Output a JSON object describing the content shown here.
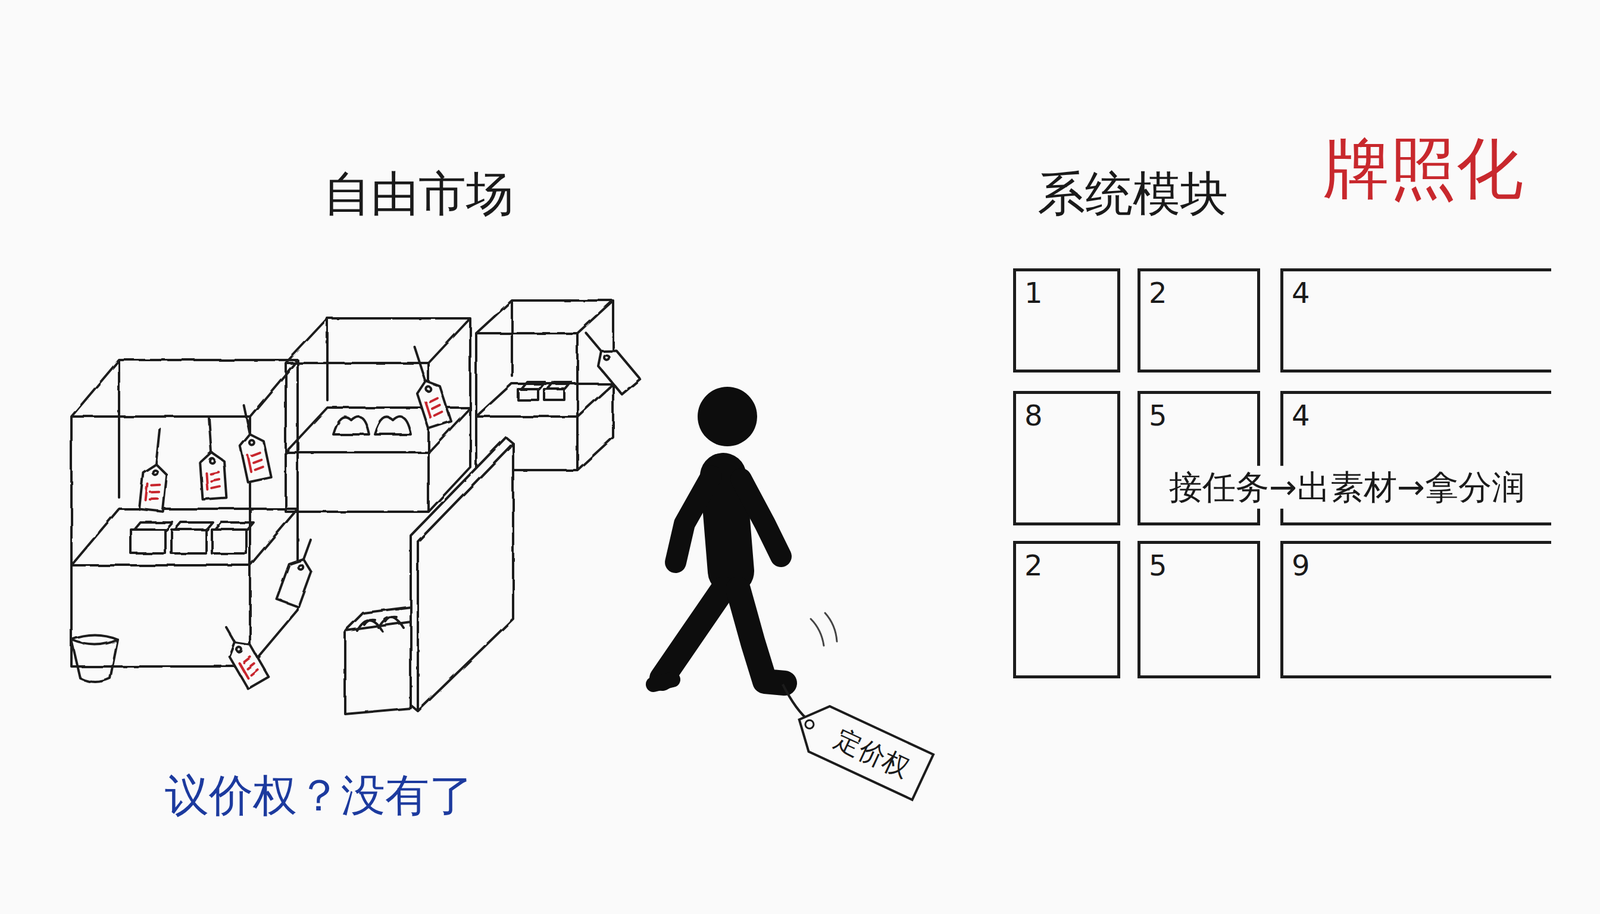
{
  "diagram": {
    "nodes": [
      {
        "text": [
          "定价权"
        ]
      },
      {
        "text": [
          "1"
        ]
      },
      {
        "text": [
          "2"
        ]
      },
      {
        "text": [
          "4"
        ]
      },
      {
        "text": [
          "8"
        ]
      },
      {
        "text": [
          "5"
        ]
      },
      {
        "text": [
          "4"
        ]
      },
      {
        "text": [
          "2"
        ]
      },
      {
        "text": [
          "5"
        ]
      },
      {
        "text": [
          "9"
        ]
      }
    ],
    "labels": [
      "自由市场",
      "系统模块",
      "牌照化",
      "接任务→出素材→拿分润",
      "议价权？没有了"
    ]
  }
}
